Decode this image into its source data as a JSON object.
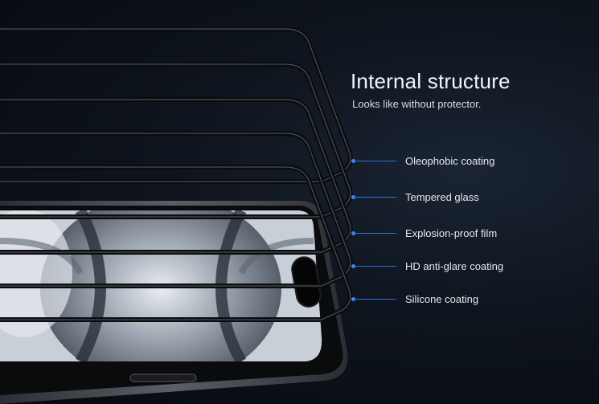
{
  "heading": {
    "title": "Internal structure",
    "subtitle": "Looks like without protector."
  },
  "layers": [
    {
      "label": "Oleophobic coating"
    },
    {
      "label": "Tempered glass"
    },
    {
      "label": "Explosion-proof film"
    },
    {
      "label": "HD anti-glare coating"
    },
    {
      "label": "Silicone coating"
    }
  ],
  "colors": {
    "background": "#0e141d",
    "accent_line": "#2f6fd8",
    "text": "#e6e9ee"
  },
  "icons": {
    "hero": "phone-with-exploded-screen-protector-layers"
  }
}
